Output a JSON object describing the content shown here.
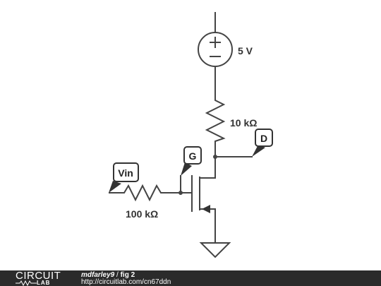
{
  "circuit": {
    "source_label": "5 V",
    "drain_resistor_label": "10 kΩ",
    "gate_resistor_label": "100 kΩ",
    "tags": {
      "gate": "G",
      "drain": "D",
      "input": "Vin"
    }
  },
  "footer": {
    "logo_top": "CIRCUIT",
    "logo_bottom": "LAB",
    "user": "mdfarley9",
    "separator": " / ",
    "figure": "fig 2",
    "url": "http://circuitlab.com/cn67ddn"
  }
}
